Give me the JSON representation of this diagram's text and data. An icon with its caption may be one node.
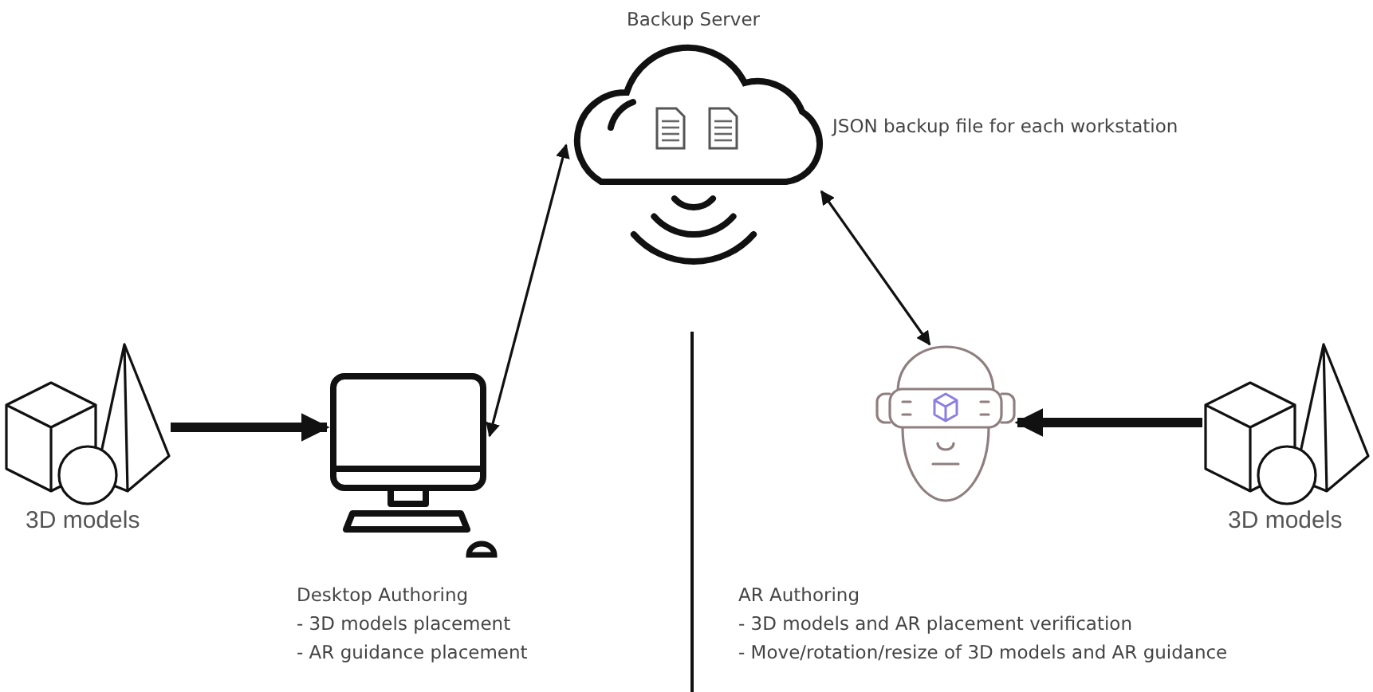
{
  "diagram": {
    "nodes": [
      {
        "text": [
          "Backup Server"
        ],
        "beside": [
          "JSON backup file for each workstation"
        ]
      },
      {
        "text": [
          "3D models"
        ]
      },
      {
        "text": [
          "Desktop Authoring",
          "- 3D models placement",
          "- AR guidance placement"
        ]
      },
      {
        "text": [
          "AR Authoring",
          "- 3D models and AR placement verification",
          "- Move/rotation/resize of 3D models and AR guidance"
        ]
      },
      {
        "text": [
          "3D models"
        ]
      }
    ],
    "edges": [
      {
        "from": 1,
        "to": 2,
        "arrow": "to",
        "style": "thick"
      },
      {
        "from": 2,
        "to": 0,
        "arrow": "both"
      },
      {
        "from": 3,
        "to": 0,
        "arrow": "both"
      },
      {
        "from": 4,
        "to": 3,
        "arrow": "to",
        "style": "thick"
      }
    ]
  }
}
